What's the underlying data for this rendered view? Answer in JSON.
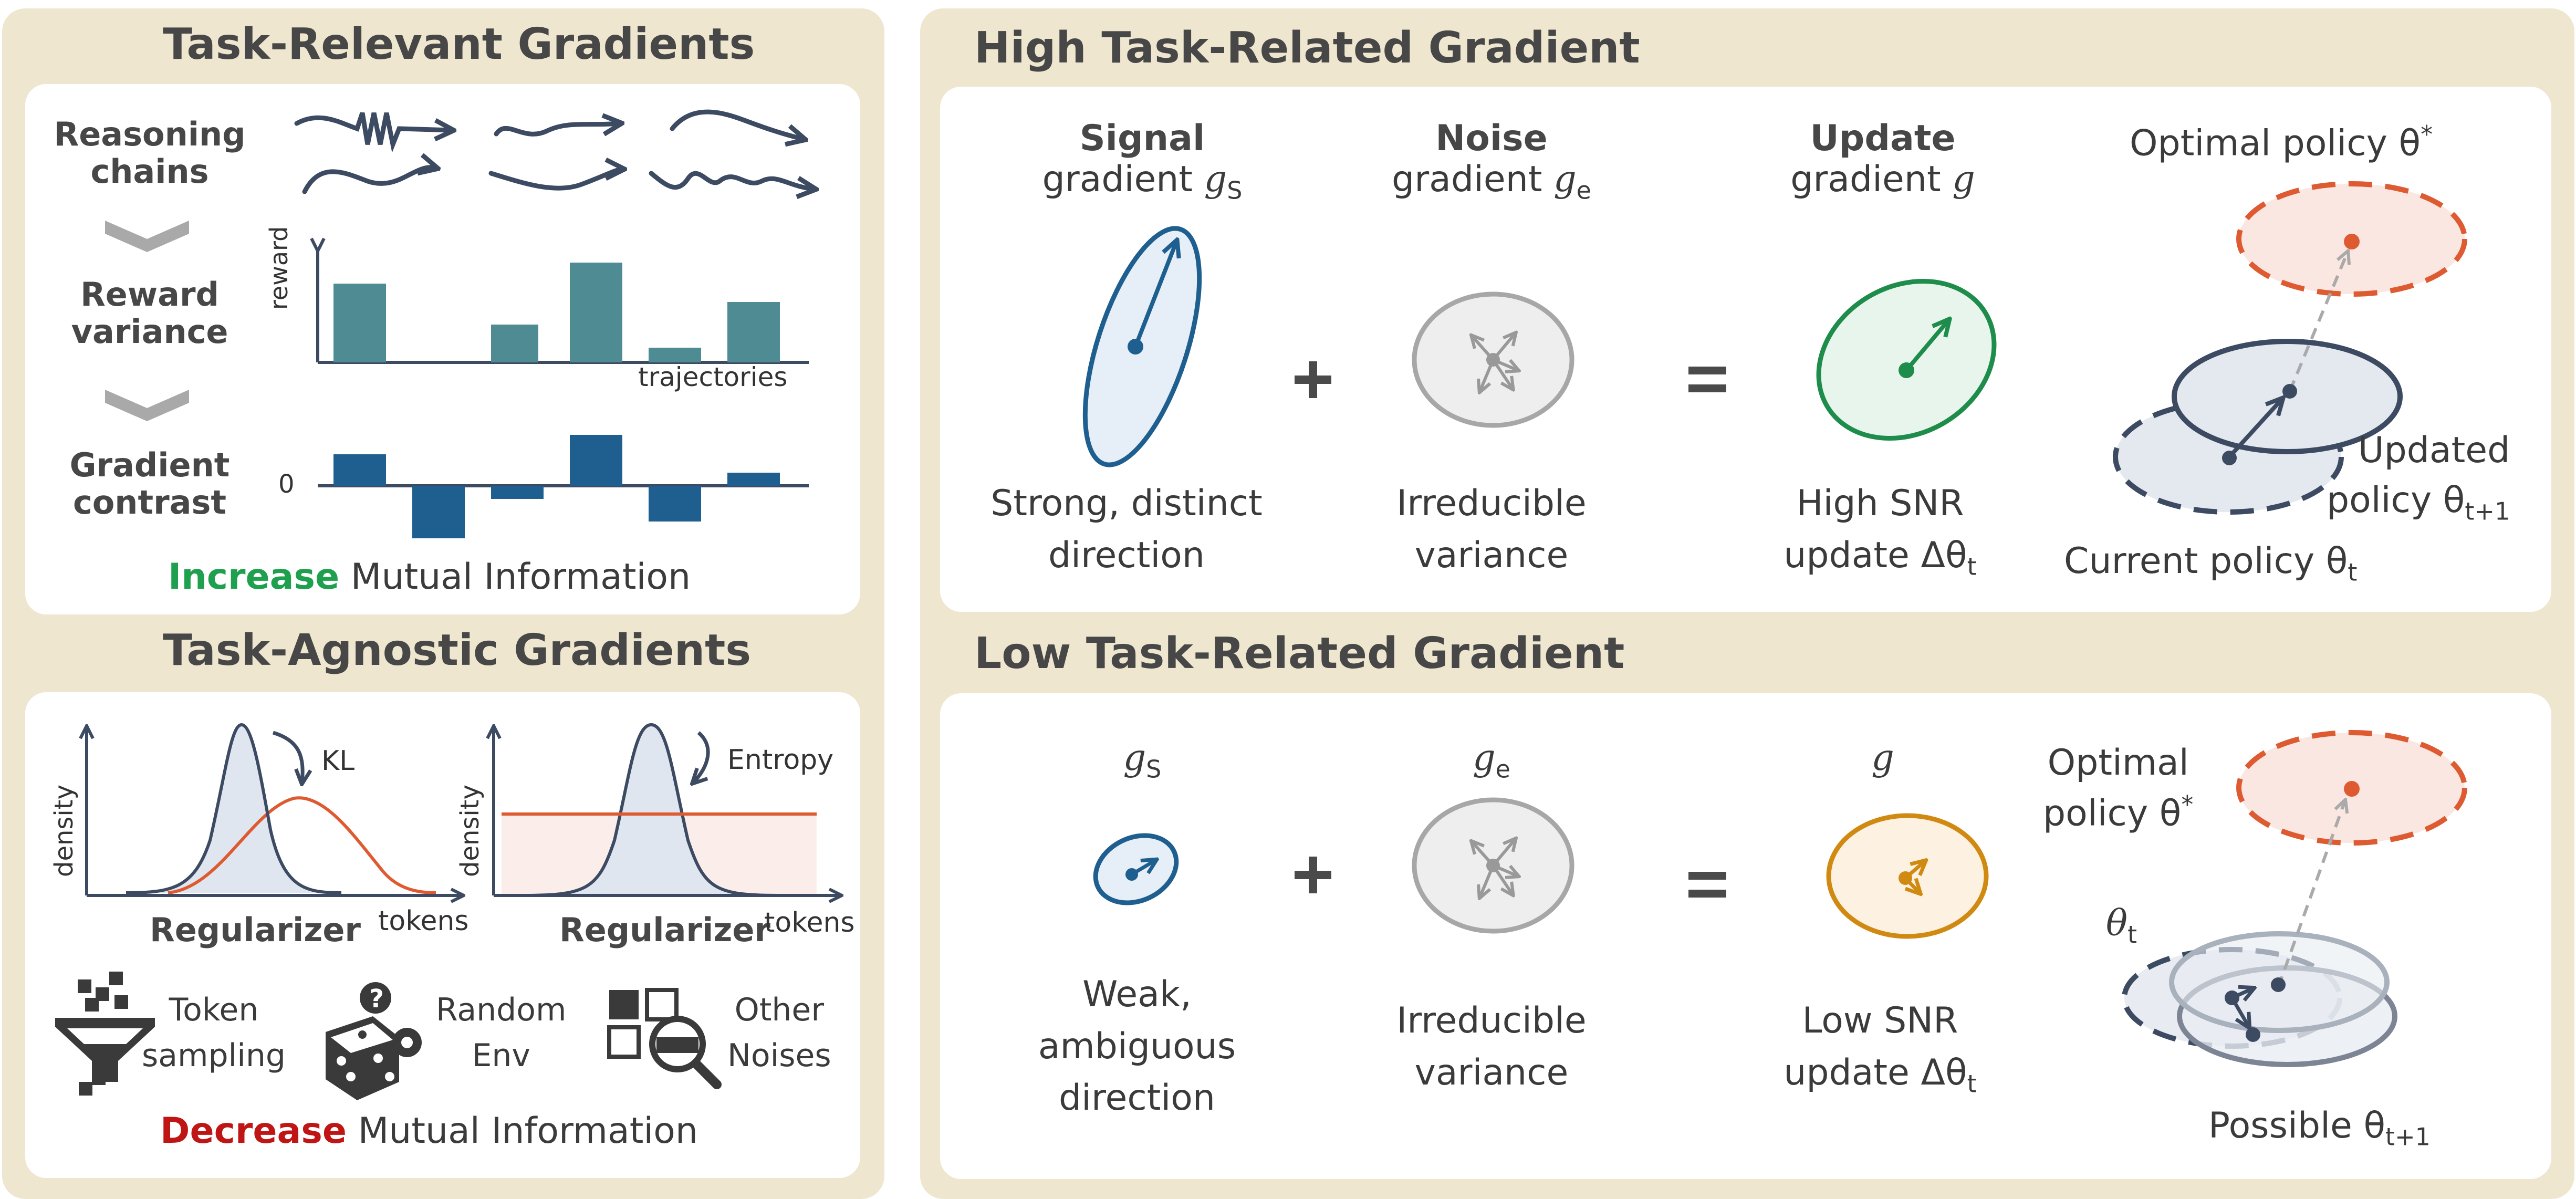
{
  "colors": {
    "panel_bg": "#efe6cf",
    "teal": "#4e8b93",
    "dark_blue": "#1f5f8f",
    "signal_blue": "#1f5f8f",
    "noise_gray": "#a7a7a7",
    "update_green": "#1e8c4a",
    "update_orange": "#d08a12",
    "optimal_red": "#de5b32",
    "policy_navy": "#3c4a62",
    "increase_green": "#1fa04f",
    "decrease_red": "#c01515"
  },
  "left_top": {
    "title": "Task-Relevant Gradients",
    "row1": "Reasoning\nchains",
    "row2": "Reward\nvariance",
    "row3": "Gradient\ncontrast",
    "reward_axis": "reward",
    "trajectories_axis": "trajectories",
    "zero_label": "0",
    "mi_keyword": "Increase",
    "mi_rest": " Mutual Information"
  },
  "left_bottom": {
    "title": "Task-Agnostic Gradients",
    "density1": "density",
    "density2": "density",
    "kl_label": "KL",
    "entropy_label": "Entropy",
    "regularizer1": "Regularizer",
    "regularizer2": "Regularizer",
    "tokens1": "tokens",
    "tokens2": "tokens",
    "icon1_label": "Token\nsampling",
    "icon2_label": "Random\nEnv",
    "icon3_label": "Other\nNoises",
    "mi_keyword": "Decrease",
    "mi_rest": " Mutual Information"
  },
  "high": {
    "title": "High Task-Related Gradient",
    "signal_bold": "Signal",
    "signal_rest": "gradient",
    "signal_sym": "g",
    "signal_sub": "S",
    "noise_bold": "Noise",
    "noise_rest": "gradient",
    "noise_sym": "g",
    "noise_sub": "e",
    "update_bold": "Update",
    "update_rest": "gradient",
    "update_sym": "g",
    "plus": "+",
    "equals": "=",
    "signal_desc": "Strong, distinct\ndirection",
    "noise_desc": "Irreducible\nvariance",
    "update_desc_1": "High SNR",
    "update_desc_2": "update Δθ",
    "update_desc_sub": "t",
    "optimal_label": "Optimal policy θ",
    "optimal_sup": "*",
    "updated_label_1": "Updated",
    "updated_label_2": "policy θ",
    "updated_sub": "t+1",
    "current_label": "Current policy θ",
    "current_sub": "t"
  },
  "low": {
    "title": "Low Task-Related Gradient",
    "signal_sym": "g",
    "signal_sub": "S",
    "noise_sym": "g",
    "noise_sub": "e",
    "update_sym": "g",
    "plus": "+",
    "equals": "=",
    "signal_desc": "Weak,\nambiguous\ndirection",
    "noise_desc": "Irreducible\nvariance",
    "update_desc_1": "Low SNR",
    "update_desc_2": "update Δθ",
    "update_desc_sub": "t",
    "optimal_label_1": "Optimal",
    "optimal_label_2": "policy θ",
    "optimal_sup": "*",
    "theta_t": "θ",
    "theta_t_sub": "t",
    "possible_label": "Possible θ",
    "possible_sub": "t+1"
  }
}
